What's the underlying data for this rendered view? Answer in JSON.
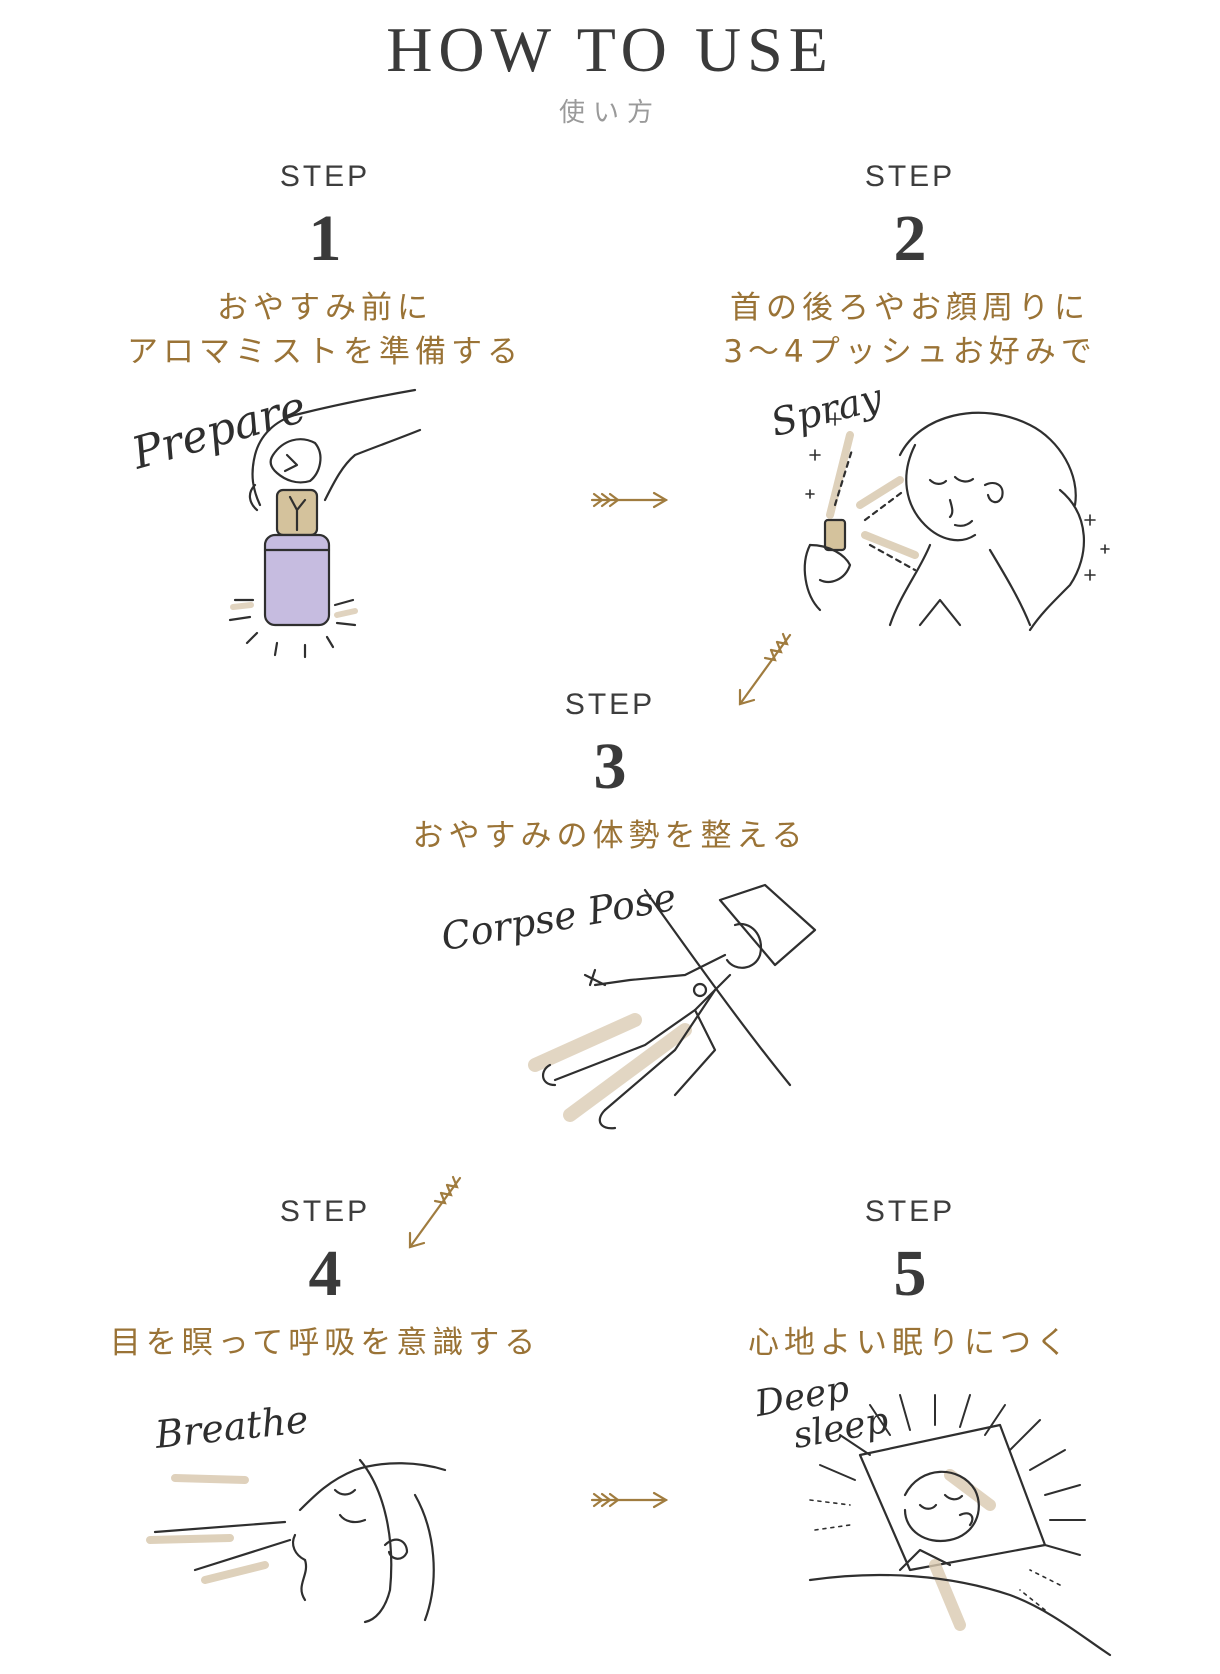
{
  "header": {
    "title": "HOW TO USE",
    "subtitle": "使い方"
  },
  "steps": [
    {
      "label": "STEP",
      "number": "1",
      "desc_lines": [
        "おやすみ前に",
        "アロマミストを準備する"
      ],
      "script_word": "Prepare"
    },
    {
      "label": "STEP",
      "number": "2",
      "desc_lines": [
        "首の後ろやお顔周りに",
        "3〜4プッシュお好みで"
      ],
      "script_word": "Spray"
    },
    {
      "label": "STEP",
      "number": "3",
      "desc_lines": [
        "おやすみの体勢を整える"
      ],
      "script_word": "Corpse Pose"
    },
    {
      "label": "STEP",
      "number": "4",
      "desc_lines": [
        "目を瞑って呼吸を意識する"
      ],
      "script_word": "Breathe"
    },
    {
      "label": "STEP",
      "number": "5",
      "desc_lines": [
        "心地よい眠りにつく"
      ],
      "script_word_lines": [
        "Deep",
        "sleep"
      ]
    }
  ],
  "colors": {
    "accent": "#9a7336",
    "arrow": "#a07c3f",
    "text": "#333333",
    "muted": "#9a9a9a",
    "bottle": "#c6bce0",
    "shadow": "#d9c9b0"
  }
}
